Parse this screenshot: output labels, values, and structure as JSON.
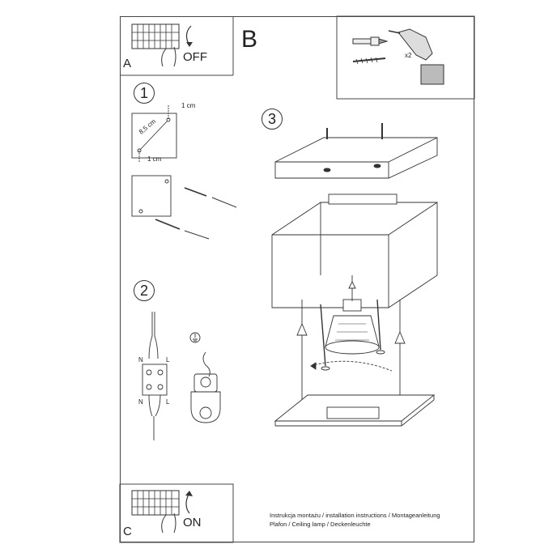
{
  "section_b": "B",
  "panel_a": {
    "letter": "A",
    "action": "OFF"
  },
  "panel_c": {
    "letter": "C",
    "action": "ON"
  },
  "drill": {
    "count": "x2"
  },
  "step1": {
    "number": "1",
    "offset_top": "1 cm",
    "offset_bottom": "1 cm",
    "spacing": "8,5 cm"
  },
  "step2": {
    "number": "2",
    "n_top": "N",
    "l_top": "L",
    "n_bottom": "N",
    "l_bottom": "L"
  },
  "step3": {
    "number": "3"
  },
  "caption": {
    "line1": "Instrukcja montażu / installation instructions / Montageanleitung",
    "line2": "Plafon / Ceiling lamp / Deckenleuchte"
  }
}
